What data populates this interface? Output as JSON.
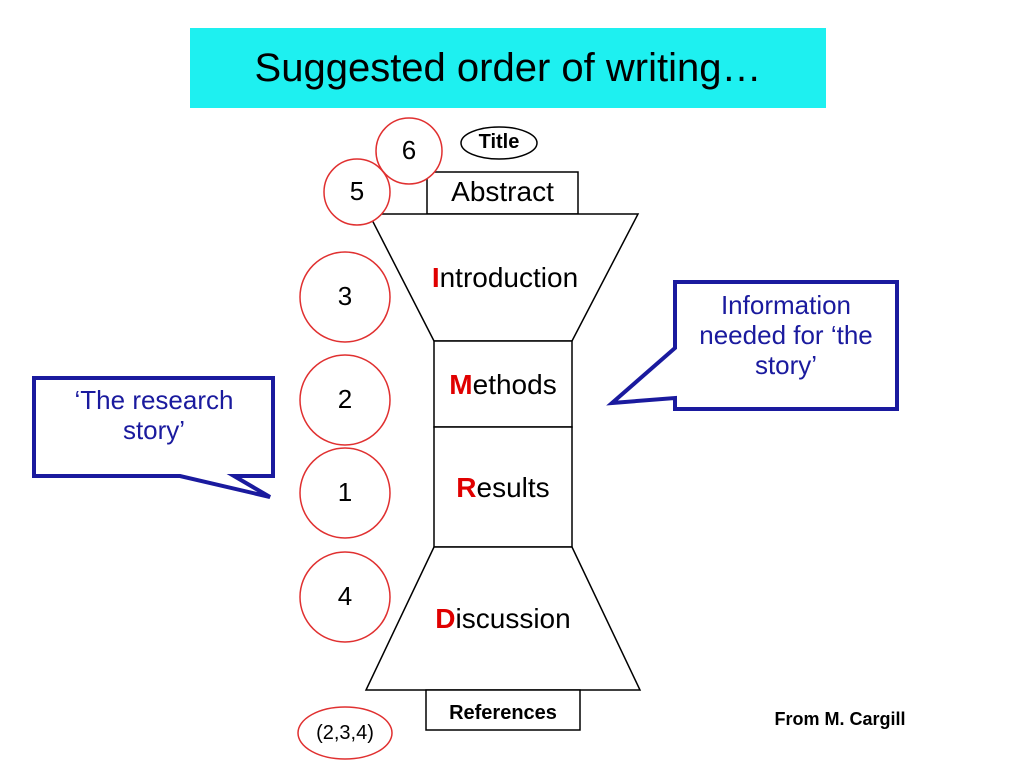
{
  "slide_title": "Suggested order of writing…",
  "sections": {
    "title": "Title",
    "abstract": "Abstract",
    "introduction": {
      "initial": "I",
      "rest": "ntroduction"
    },
    "methods": {
      "initial": "M",
      "rest": "ethods"
    },
    "results": {
      "initial": "R",
      "rest": "esults"
    },
    "discussion": {
      "initial": "D",
      "rest": "iscussion"
    },
    "references": "References"
  },
  "order_numbers": {
    "title": "6",
    "abstract": "5",
    "introduction": "3",
    "methods": "2",
    "results": "1",
    "discussion": "4",
    "references": "(2,3,4)"
  },
  "callouts": {
    "left": "‘The research story’",
    "right": "Information needed for ‘the story’"
  },
  "credit": "From M. Cargill",
  "colors": {
    "title_bg": "#1ef0f0",
    "initial_letter": "#e00000",
    "circle_stroke": "#e03030",
    "callout_border": "#1a1a9e"
  }
}
